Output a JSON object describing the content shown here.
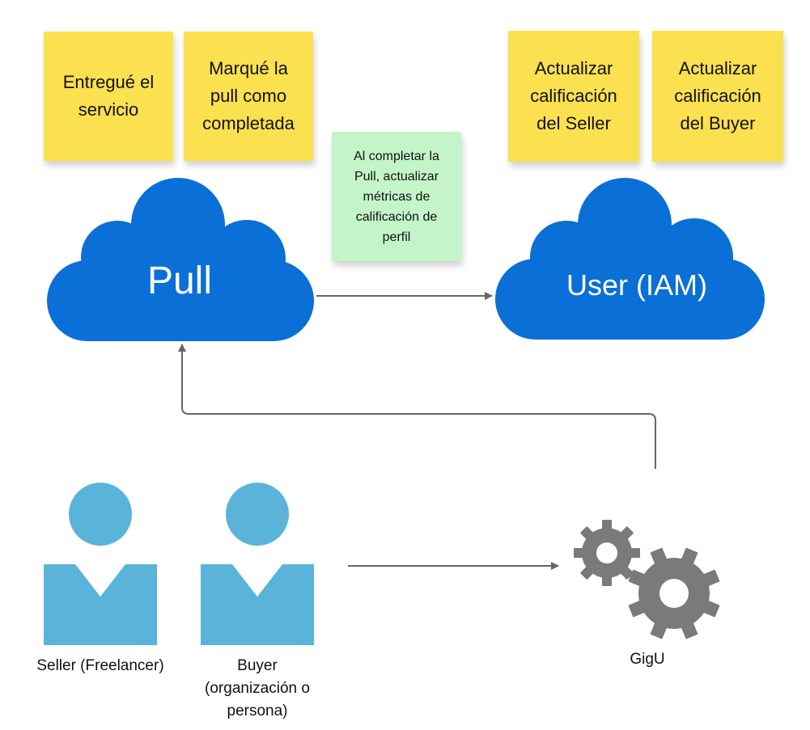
{
  "notes": {
    "delivered": "Entregué el\nservicio",
    "marked_complete": "Marqué la\npull como\ncompletada",
    "update_seller": "Actualizar\ncalificación\ndel Seller",
    "update_buyer": "Actualizar\ncalificación\ndel Buyer",
    "pull_complete": "Al completar la\nPull, actualizar\nmétricas de\ncalificación de\nperfil"
  },
  "clouds": {
    "pull": "Pull",
    "user": "User (IAM)"
  },
  "actors": {
    "seller": "Seller (Freelancer)",
    "buyer": "Buyer\n(organización o\npersona)"
  },
  "system": {
    "gigu": "GigU"
  },
  "colors": {
    "cloud": "#0a6fd6",
    "person": "#5ab4d9",
    "gear": "#7a7a7a",
    "note_yellow": "#fbe04f",
    "note_green": "#c3f5c8",
    "connector": "#666666"
  }
}
